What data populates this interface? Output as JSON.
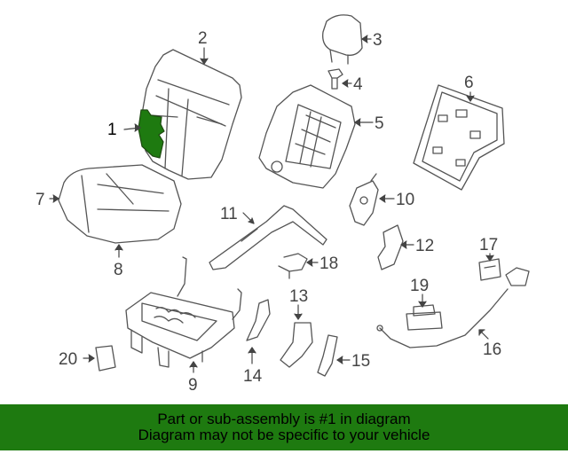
{
  "callouts": {
    "c1": "1",
    "c2": "2",
    "c3": "3",
    "c4": "4",
    "c5": "5",
    "c6": "6",
    "c7": "7",
    "c8": "8",
    "c9": "9",
    "c10": "10",
    "c11": "11",
    "c12": "12",
    "c13": "13",
    "c14": "14",
    "c15": "15",
    "c16": "16",
    "c17": "17",
    "c18": "18",
    "c19": "19",
    "c20": "20"
  },
  "banner": {
    "line1": "Part or sub-assembly is #1 in diagram",
    "line2": "Diagram may not be specific to your vehicle"
  },
  "colors": {
    "highlight_part": "#1e7a10",
    "banner_background": "#1e7a10",
    "line_art": "#555555"
  }
}
